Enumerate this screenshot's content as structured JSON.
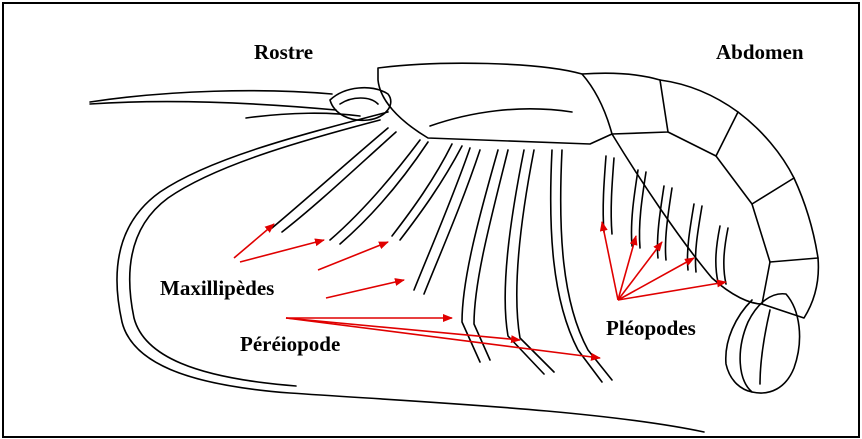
{
  "labels": {
    "rostre": "Rostre",
    "abdomen": "Abdomen",
    "maxillipedes": "Maxillipèdes",
    "pereiopode": "Péréiopode",
    "pleopodes": "Pléopodes"
  },
  "colors": {
    "arrow": "#e00000",
    "outline": "#000000",
    "background": "#ffffff"
  }
}
